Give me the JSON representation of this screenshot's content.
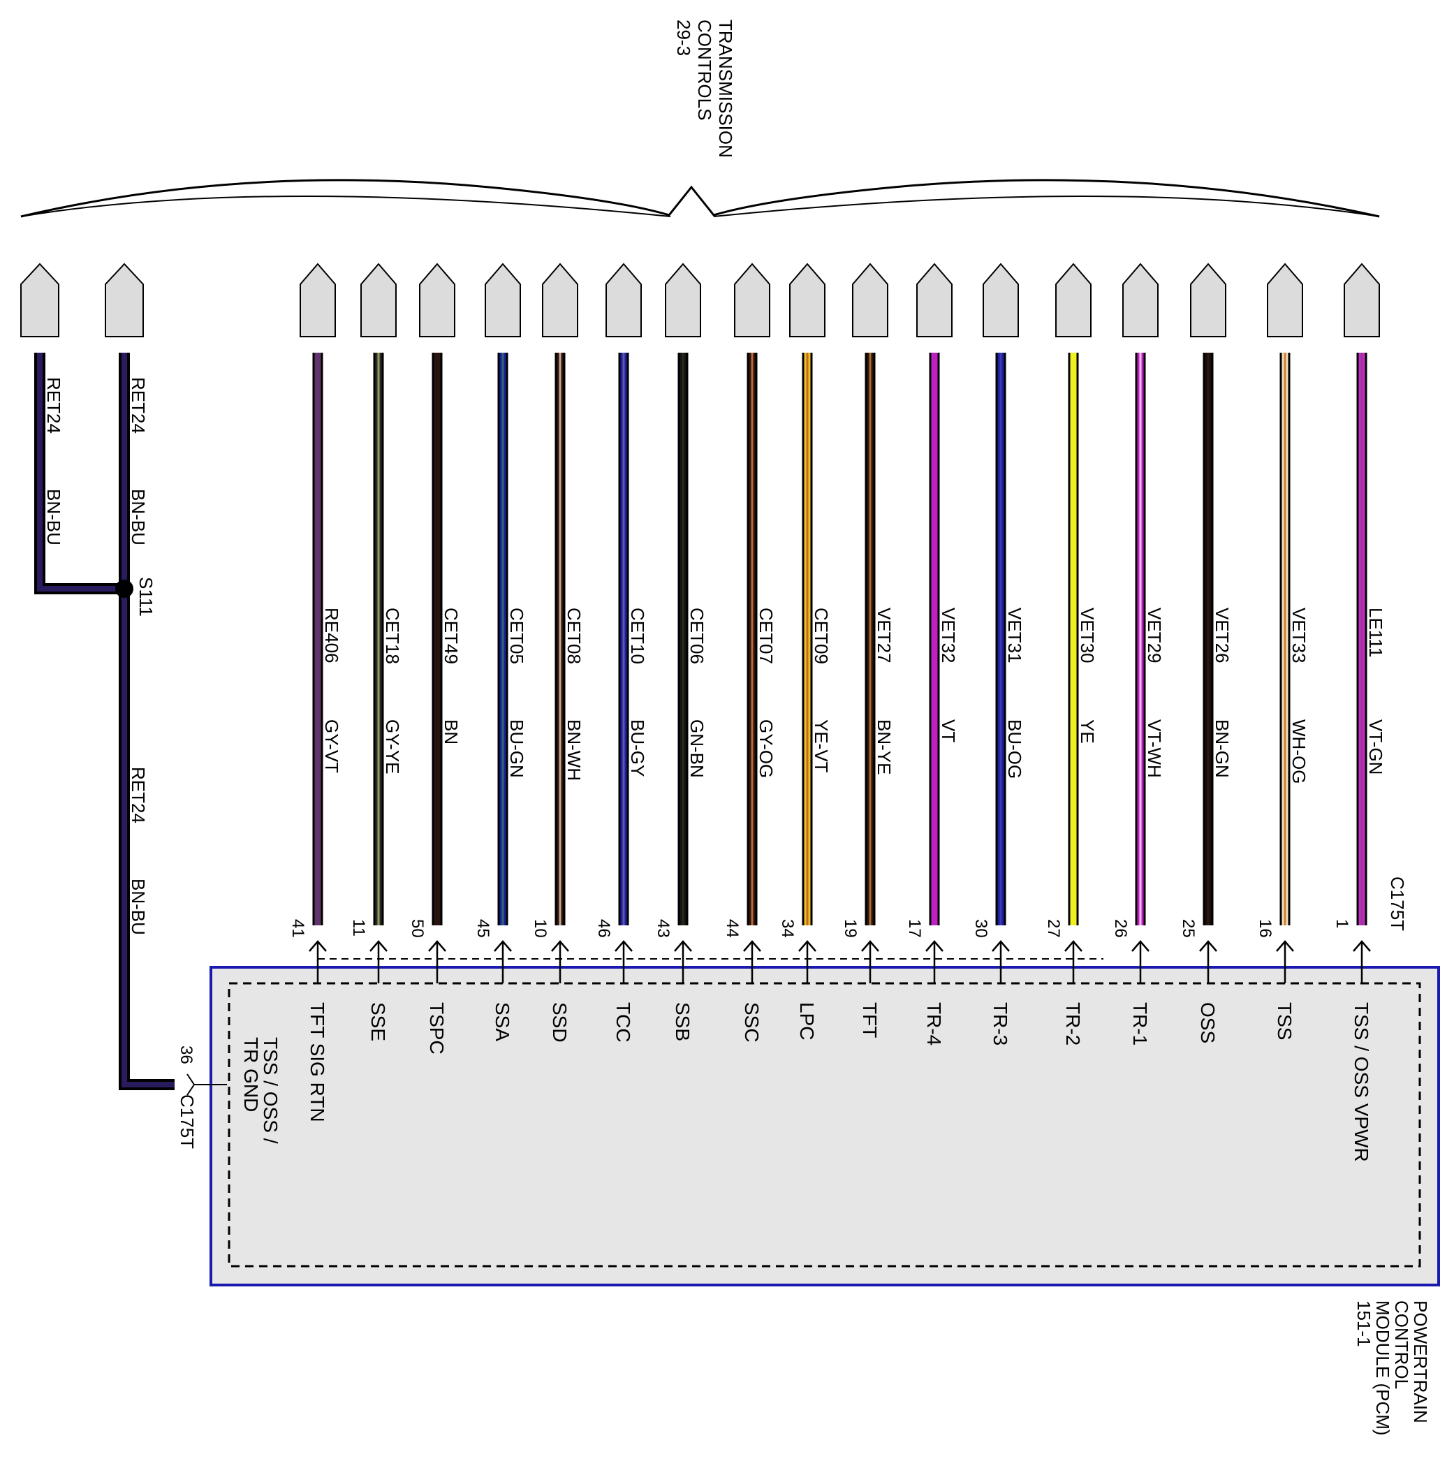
{
  "top_destination": {
    "lines": [
      "TRANSMISSION",
      "CONTROLS",
      "29-3"
    ]
  },
  "module": {
    "lines": [
      "POWERTRAIN",
      "CONTROL",
      "MODULE (PCM)",
      "151-1"
    ]
  },
  "module_connector": "C175T",
  "ground": {
    "splice": "S111",
    "circuit": "RET24",
    "color": "BN-BU",
    "wire_hex": "#2a1a5e",
    "pin": "36",
    "connector": "C175T",
    "function_lines": [
      "TSS / OSS /",
      "TR GND"
    ]
  },
  "wires": [
    {
      "circuit": "RE406",
      "color": "GY-VT",
      "pin": "41",
      "function": "TFT SIG RTN",
      "base": "#5a3a5a",
      "stripe": "#6a2a8a"
    },
    {
      "circuit": "CET18",
      "color": "GY-YE",
      "pin": "11",
      "function": "SSE",
      "base": "#2a2a2a",
      "stripe": "#9a9a5a"
    },
    {
      "circuit": "CET49",
      "color": "BN",
      "pin": "50",
      "function": "TSPC",
      "base": "#2a1410",
      "stripe": ""
    },
    {
      "circuit": "CET05",
      "color": "BU-GN",
      "pin": "45",
      "function": "SSA",
      "base": "#1e1e9e",
      "stripe": "#2a6a6a"
    },
    {
      "circuit": "CET08",
      "color": "BN-WH",
      "pin": "10",
      "function": "SSD",
      "base": "#2a1410",
      "stripe": "#c8a890"
    },
    {
      "circuit": "CET10",
      "color": "BU-GY",
      "pin": "46",
      "function": "TCC",
      "base": "#1e1e9e",
      "stripe": "#5a5aa8"
    },
    {
      "circuit": "CET06",
      "color": "GN-BN",
      "pin": "43",
      "function": "SSB",
      "base": "#141414",
      "stripe": "#2a2a1a"
    },
    {
      "circuit": "CET07",
      "color": "GY-OG",
      "pin": "44",
      "function": "SSC",
      "base": "#2a1410",
      "stripe": "#c06a30"
    },
    {
      "circuit": "CET09",
      "color": "YE-VT",
      "pin": "34",
      "function": "LPC",
      "base": "#f0c020",
      "stripe": "#c06a30"
    },
    {
      "circuit": "VET27",
      "color": "BN-YE",
      "pin": "19",
      "function": "TFT",
      "base": "#2a1410",
      "stripe": "#b06a2a"
    },
    {
      "circuit": "VET32",
      "color": "VT",
      "pin": "17",
      "function": "TR-4",
      "base": "#c020c0",
      "stripe": ""
    },
    {
      "circuit": "VET31",
      "color": "BU-OG",
      "pin": "30",
      "function": "TR-3",
      "base": "#1e1e9e",
      "stripe": "#3a3ab0"
    },
    {
      "circuit": "VET30",
      "color": "YE",
      "pin": "27",
      "function": "TR-2",
      "base": "#f0f020",
      "stripe": ""
    },
    {
      "circuit": "VET29",
      "color": "VT-WH",
      "pin": "26",
      "function": "TR-1",
      "base": "#c020c0",
      "stripe": "#f0c0f0"
    },
    {
      "circuit": "VET26",
      "color": "BN-GN",
      "pin": "25",
      "function": "OSS",
      "base": "#1a0e0a",
      "stripe": "#2a1a14"
    },
    {
      "circuit": "VET33",
      "color": "WH-OG",
      "pin": "16",
      "function": "TSS",
      "base": "#f0e0c0",
      "stripe": "#d08030"
    },
    {
      "circuit": "LE111",
      "color": "VT-GN",
      "pin": "1",
      "function": "TSS / OSS VPWR",
      "base": "#c030c0",
      "stripe": "#a030a0"
    }
  ]
}
